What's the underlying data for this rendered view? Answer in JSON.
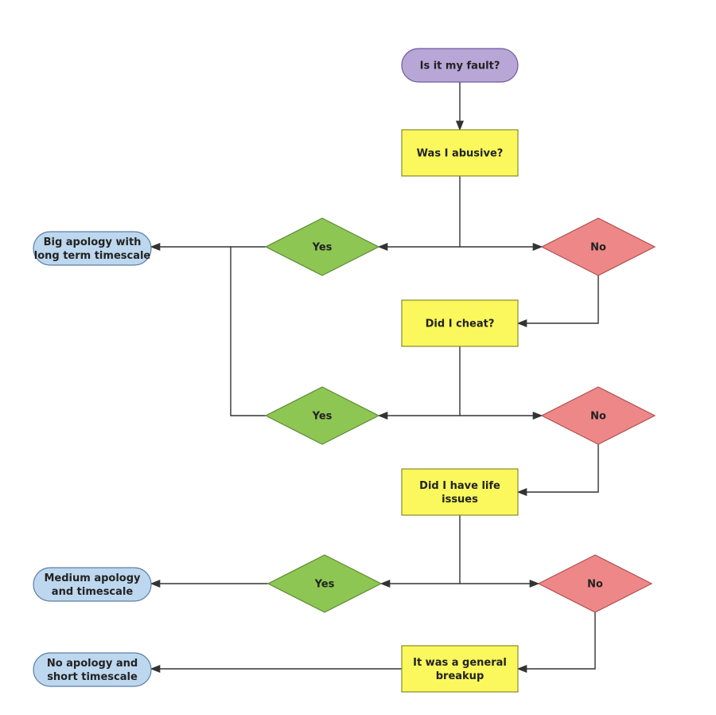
{
  "diagram": {
    "nodes": {
      "start": {
        "label_lines": [
          "Is it my fault?"
        ],
        "shape": "terminator",
        "fill": "#B8A6D6",
        "stroke": "#6E5A9E"
      },
      "q_abusive": {
        "label_lines": [
          "Was I abusive?"
        ],
        "shape": "process",
        "fill": "#FAF85C",
        "stroke": "#8A8A2E"
      },
      "yes_1": {
        "label_lines": [
          "Yes"
        ],
        "shape": "decision",
        "fill": "#8DC653",
        "stroke": "#5E8A35"
      },
      "no_1": {
        "label_lines": [
          "No"
        ],
        "shape": "decision",
        "fill": "#EE8888",
        "stroke": "#B05050"
      },
      "q_cheat": {
        "label_lines": [
          "Did I cheat?"
        ],
        "shape": "process",
        "fill": "#FAF85C",
        "stroke": "#8A8A2E"
      },
      "yes_2": {
        "label_lines": [
          "Yes"
        ],
        "shape": "decision",
        "fill": "#8DC653",
        "stroke": "#5E8A35"
      },
      "no_2": {
        "label_lines": [
          "No"
        ],
        "shape": "decision",
        "fill": "#EE8888",
        "stroke": "#B05050"
      },
      "q_life": {
        "label_lines": [
          "Did I have life",
          "issues"
        ],
        "shape": "process",
        "fill": "#FAF85C",
        "stroke": "#8A8A2E"
      },
      "yes_3": {
        "label_lines": [
          "Yes"
        ],
        "shape": "decision",
        "fill": "#8DC653",
        "stroke": "#5E8A35"
      },
      "no_3": {
        "label_lines": [
          "No"
        ],
        "shape": "decision",
        "fill": "#EE8888",
        "stroke": "#B05050"
      },
      "general": {
        "label_lines": [
          "It was a general",
          "breakup"
        ],
        "shape": "process",
        "fill": "#FAF85C",
        "stroke": "#8A8A2E"
      },
      "out_big": {
        "label_lines": [
          "Big apology with",
          "long term timescale"
        ],
        "shape": "terminator",
        "fill": "#BDD7EE",
        "stroke": "#5B7FA6"
      },
      "out_medium": {
        "label_lines": [
          "Medium apology",
          "and timescale"
        ],
        "shape": "terminator",
        "fill": "#BDD7EE",
        "stroke": "#5B7FA6"
      },
      "out_none": {
        "label_lines": [
          "No apology and",
          "short timescale"
        ],
        "shape": "terminator",
        "fill": "#BDD7EE",
        "stroke": "#5B7FA6"
      }
    }
  }
}
